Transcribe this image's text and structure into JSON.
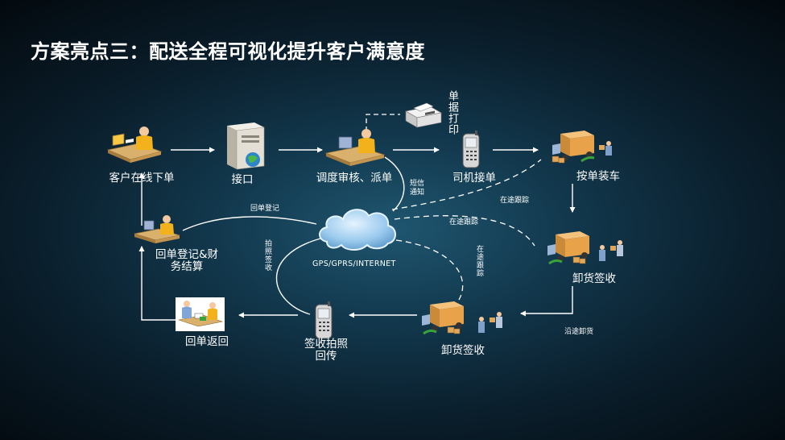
{
  "slide": {
    "title": "方案亮点三：配送全程可视化提升客户满意度"
  },
  "nodes": {
    "customer_order": "客户在线下单",
    "interface": "接口",
    "dispatch": "调度审核、派单",
    "driver_receive": "司机接单",
    "print_receipt": "单据打印",
    "load_by_order": "按单装车",
    "unload_sign_right": "卸货签收",
    "unload_sign_bottom": "卸货签收",
    "sign_photo_line1": "签收拍照",
    "sign_photo_line2": "回传",
    "receipt_return": "回单返回",
    "receipt_register_line1": "回单登记&财",
    "receipt_register_line2": "务结算",
    "network": "GPS/GPRS/INTERNET"
  },
  "annotations": {
    "sms_notify_line1": "短信",
    "sms_notify_line2": "通知",
    "tracking_1": "在途跟踪",
    "tracking_2": "在途跟踪",
    "tracking_3": "在途跟踪",
    "receipt_register": "回单登记",
    "photo_sign": "拍照签收",
    "unload_along_route": "沿途卸货"
  },
  "colors": {
    "arrow": "#ffffff",
    "person_shirt": "#f3b21c",
    "truck_box": "#e8a24a",
    "cloud": "#a8d3f2"
  }
}
